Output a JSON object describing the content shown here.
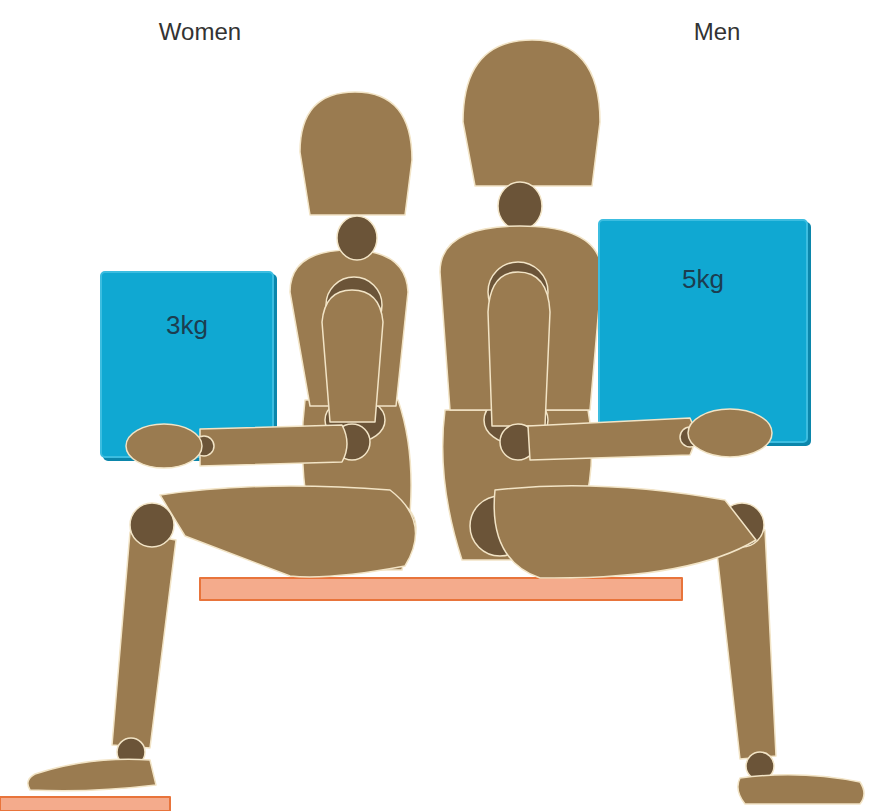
{
  "diagram": {
    "nodes": [
      {
        "text": [
          "3kg"
        ]
      },
      {
        "text": [
          "5kg"
        ]
      }
    ],
    "labels": [
      "Women",
      "Men"
    ]
  }
}
